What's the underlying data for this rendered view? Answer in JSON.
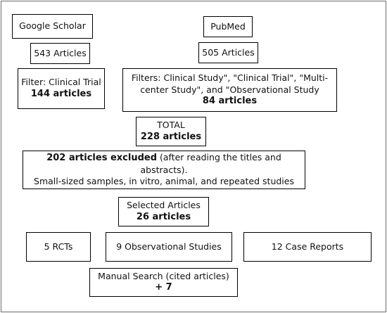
{
  "google": {
    "label": "Google Scholar",
    "count": "543 Articles",
    "filter": "Filter: Clinical Trial",
    "filtered": "144 articles"
  },
  "pubmed": {
    "label": "PubMed",
    "count": "505 Articles",
    "filter_line1": "Filters: Clinical Study\", \"Clinical Trial\", \"Multi-",
    "filter_line2": "center Study\", and \"Observational Study",
    "filtered": "84 articles"
  },
  "total": {
    "label": "TOTAL",
    "value": "228 articles"
  },
  "excluded": {
    "bold": "202 articles excluded",
    "rest": " (after reading the titles and abstracts).",
    "line2": "Small-sized samples, in vitro, animal, and repeated studies"
  },
  "selected": {
    "label": "Selected Articles",
    "value": "26 articles"
  },
  "categories": {
    "rcts": "5 RCTs",
    "observational": "9 Observational Studies",
    "case_reports": "12 Case Reports"
  },
  "manual": {
    "label": "Manual Search (cited articles)",
    "value": "+ 7"
  }
}
